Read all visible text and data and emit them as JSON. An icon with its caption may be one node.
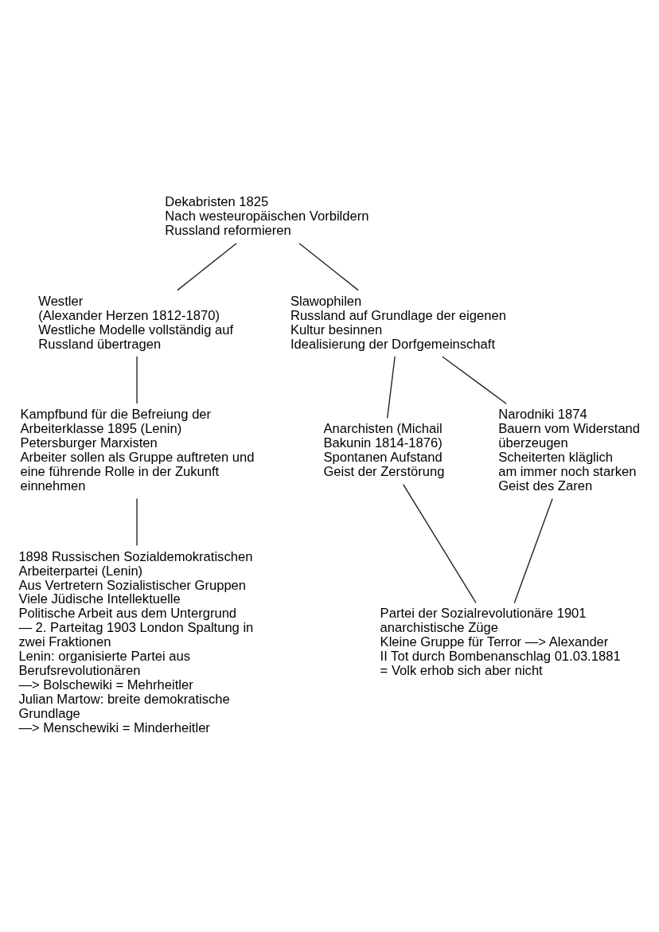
{
  "diagram": {
    "nodes": [
      {
        "text": [
          "Dekabristen 1825",
          "Nach westeuropäischen Vorbildern Russland reformieren"
        ]
      },
      {
        "text": [
          "Westler",
          "(Alexander Herzen 1812-1870)",
          "Westliche Modelle vollständig auf Russland übertragen"
        ]
      },
      {
        "text": [
          "Slawophilen",
          "Russland auf Grundlage der eigenen Kultur besinnen",
          "Idealisierung der Dorfgemeinschaft"
        ]
      },
      {
        "text": [
          "Kampfbund für die Befreiung der Arbeiterklasse 1895 (Lenin)",
          "Petersburger Marxisten",
          "Arbeiter sollen als Gruppe auftreten und eine führende Rolle in der Zukunft einnehmen"
        ]
      },
      {
        "text": [
          "Anarchisten (Michail Bakunin 1814-1876)",
          "Spontanen Aufstand",
          "Geist der Zerstörung"
        ]
      },
      {
        "text": [
          "Narodniki 1874",
          "Bauern vom Widerstand überzeugen",
          "Scheiterten kläglich am immer noch starken Geist des Zaren"
        ]
      },
      {
        "text": [
          "1898 Russischen Sozialdemokratischen Arbeiterpartei (Lenin)",
          "Aus Vertretern Sozialistischer Gruppen",
          "Viele Jüdische Intellektuelle",
          "Politische Arbeit aus dem Untergrund",
          "— 2. Parteitag 1903 London Spaltung in zwei Fraktionen",
          "Lenin: organisierte Partei aus Berufsrevolutionären",
          "—> Bolschewiki = Mehrheitler",
          "Julian Martow: breite demokratische Grundlage",
          "—> Menschewiki = Minderheitler"
        ]
      },
      {
        "text": [
          "Partei der Sozialrevolutionäre 1901",
          "anarchistische Züge",
          "Kleine Gruppe für Terror —> Alexander II Tot durch Bombenanschlag 01.03.1881 = Volk erhob sich aber nicht"
        ]
      }
    ],
    "edges": [
      {
        "from": 0,
        "to": 1,
        "arrow": "none"
      },
      {
        "from": 0,
        "to": 2,
        "arrow": "none"
      },
      {
        "from": 1,
        "to": 3,
        "arrow": "none"
      },
      {
        "from": 2,
        "to": 4,
        "arrow": "none"
      },
      {
        "from": 2,
        "to": 5,
        "arrow": "none"
      },
      {
        "from": 3,
        "to": 6,
        "arrow": "none"
      },
      {
        "from": 4,
        "to": 7,
        "arrow": "none"
      },
      {
        "from": 5,
        "to": 7,
        "arrow": "none"
      }
    ]
  }
}
